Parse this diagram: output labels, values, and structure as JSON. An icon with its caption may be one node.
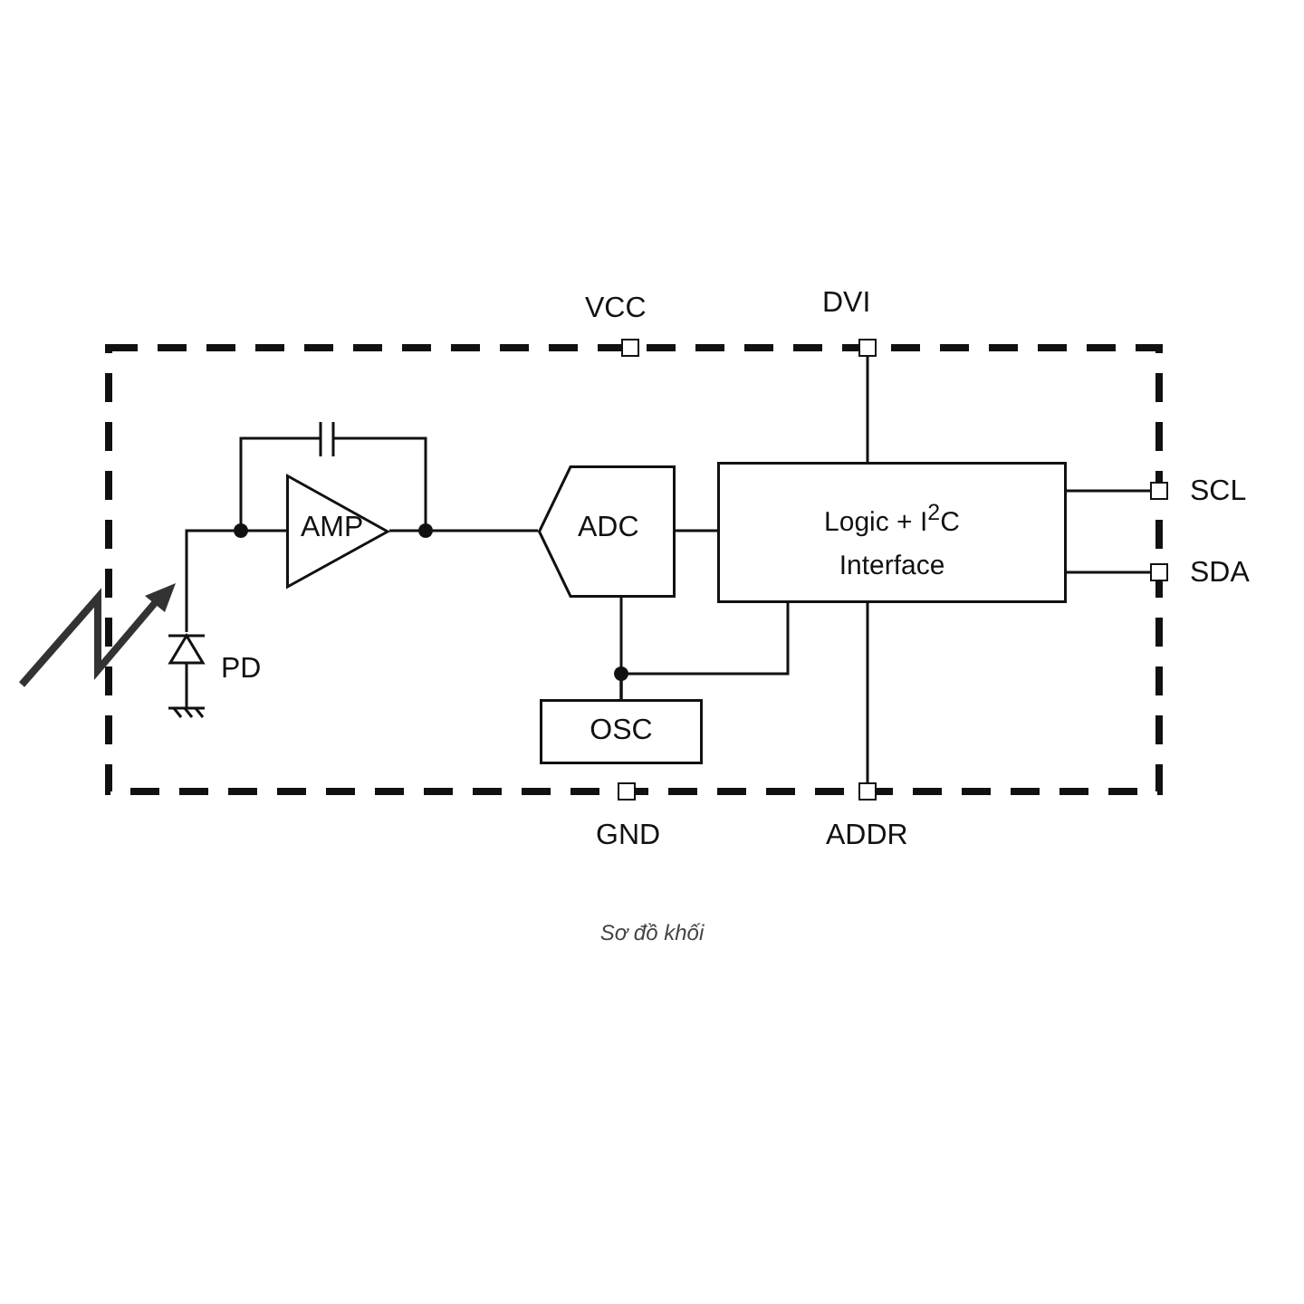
{
  "diagram": {
    "caption": "Sơ đồ khối",
    "nodes": [
      {
        "text": [],
        "shape": "box"
      },
      {
        "text": [
          "AMP"
        ],
        "in": 0
      },
      {
        "text": [
          "ADC"
        ],
        "in": 0
      },
      {
        "text": [
          "Logic + I$^{2}$C Interface"
        ],
        "in": 0
      },
      {
        "text": [
          "OSC"
        ],
        "in": 0
      },
      {
        "text": [],
        "shape": "diode",
        "beside": [
          "PD"
        ],
        "in": 0
      },
      {
        "text": [
          "VCC"
        ]
      },
      {
        "text": [
          "DVI"
        ]
      },
      {
        "text": [
          "SCL"
        ]
      },
      {
        "text": [
          "SDA"
        ]
      },
      {
        "text": [
          "GND"
        ]
      },
      {
        "text": [
          "ADDR"
        ]
      }
    ],
    "edges": [
      {
        "from": 5,
        "to": 1,
        "arrow": "none"
      },
      {
        "from": 1,
        "to": 2,
        "arrow": "none"
      },
      {
        "from": 2,
        "to": 3,
        "arrow": "none"
      },
      {
        "from": 3,
        "to": 7,
        "arrow": "none"
      },
      {
        "from": 3,
        "to": 8,
        "arrow": "none"
      },
      {
        "from": 3,
        "to": 9,
        "arrow": "none"
      },
      {
        "from": 3,
        "to": 11,
        "arrow": "none"
      },
      {
        "from": 4,
        "to": 2,
        "arrow": "none"
      },
      {
        "from": 4,
        "to": 3,
        "arrow": "none"
      }
    ]
  }
}
